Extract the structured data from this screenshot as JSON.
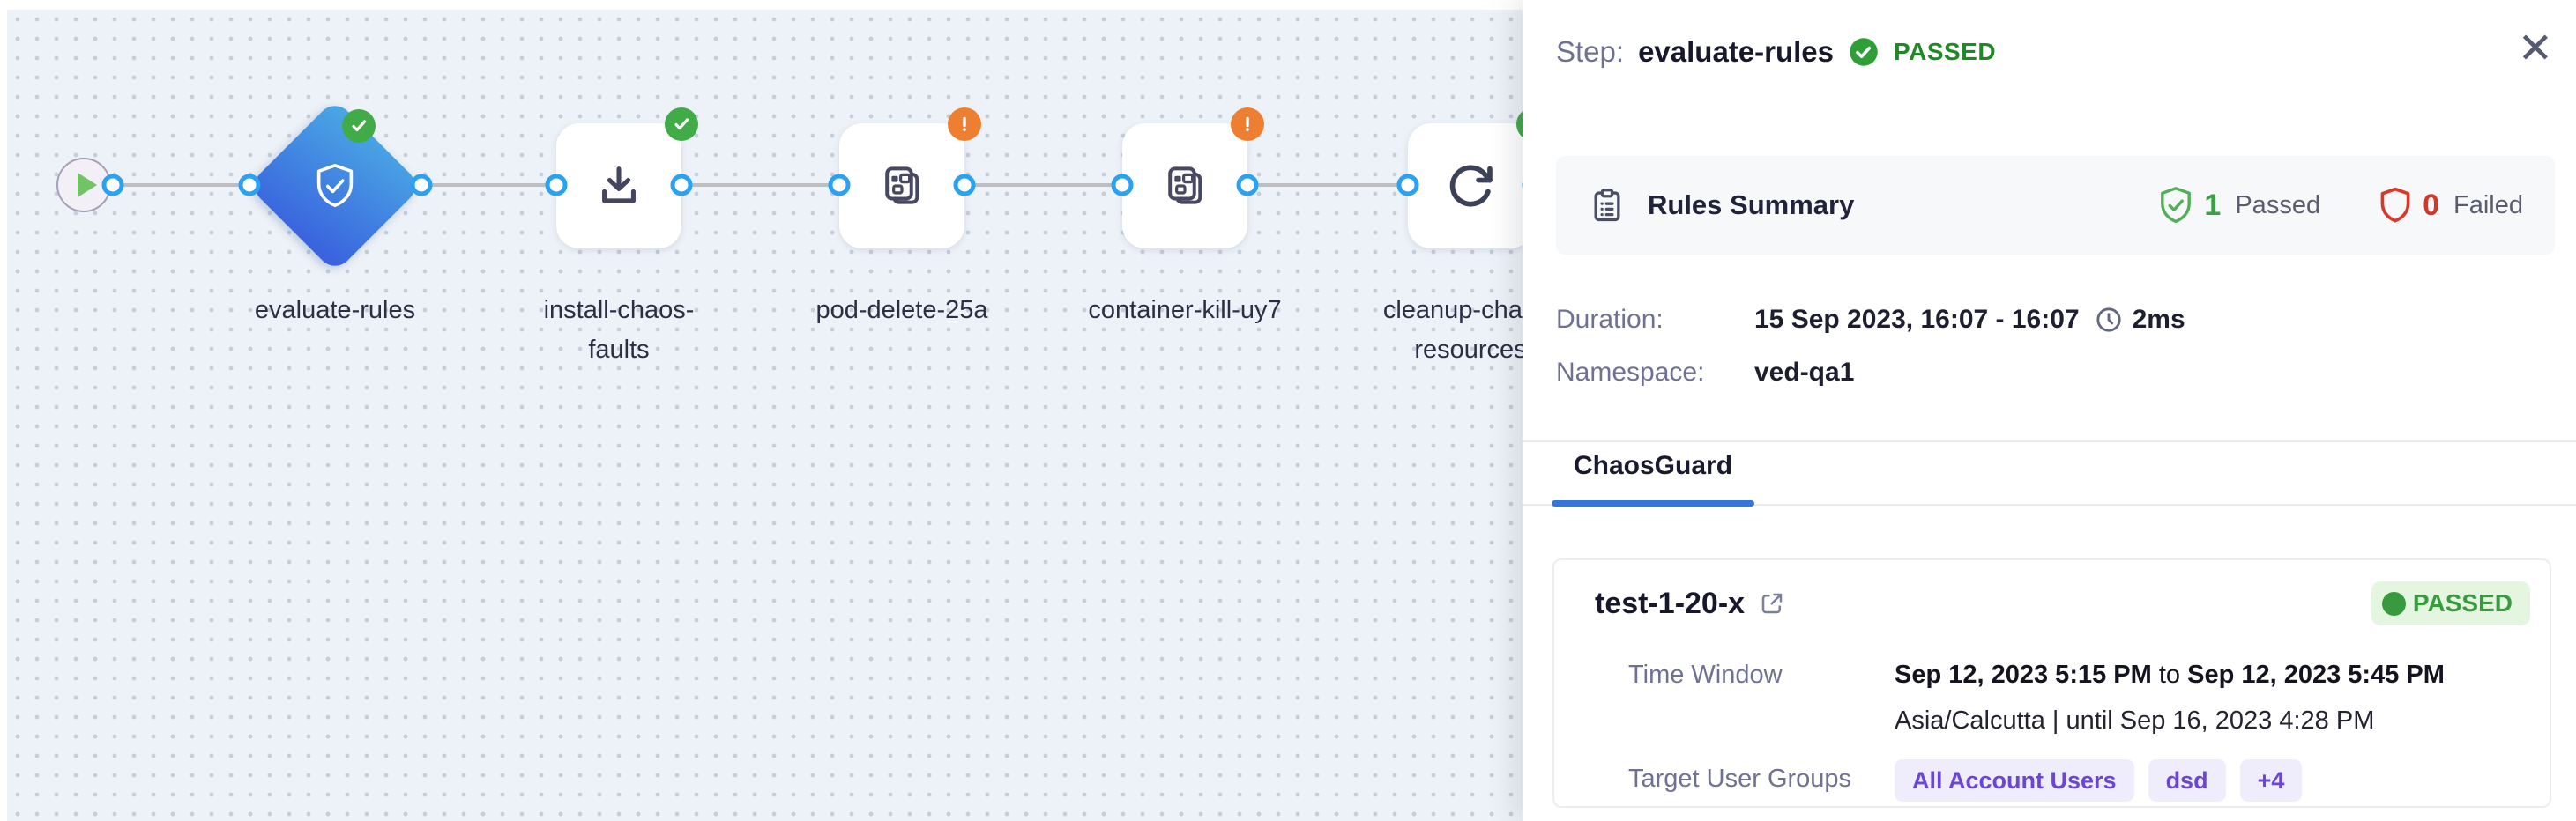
{
  "canvas": {
    "nodes": {
      "evaluate": {
        "label": "evaluate-rules"
      },
      "install": {
        "label1": "install-chaos-",
        "label2": "faults"
      },
      "pod": {
        "label1": "pod-delete-25a"
      },
      "container": {
        "label1": "container-kill-uy7"
      },
      "cleanup": {
        "label1": "cleanup-chaos-",
        "label2": "resources"
      }
    }
  },
  "panel": {
    "header": {
      "step_label": "Step:",
      "step_name": "evaluate-rules",
      "status": "PASSED",
      "close_glyph": "✕"
    },
    "rules_summary": {
      "title": "Rules Summary",
      "passed_count": "1",
      "passed_label": "Passed",
      "failed_count": "0",
      "failed_label": "Failed"
    },
    "details": {
      "duration_label": "Duration:",
      "duration_value": "15 Sep 2023, 16:07 - 16:07",
      "duration_ms": "2ms",
      "namespace_label": "Namespace:",
      "namespace_value": "ved-qa1"
    },
    "tab": {
      "label": "ChaosGuard"
    },
    "guard_card": {
      "name": "test-1-20-x",
      "status": "PASSED",
      "time_window_label": "Time Window",
      "time_window_start": "Sep 12, 2023 5:15 PM",
      "time_window_join": "to",
      "time_window_end": "Sep 12, 2023 5:45 PM",
      "timezone_line": "Asia/Calcutta | until Sep 16, 2023 4:28 PM",
      "target_label": "Target User Groups",
      "target_groups": {
        "g1": "All Account Users",
        "g2": "dsd",
        "g3": "+4"
      }
    }
  },
  "colors": {
    "accent_blue": "#2aa1f2",
    "diamond_blue": "#3a63de",
    "success_green": "#41ab47",
    "warning_orange": "#ee7e30",
    "error_red": "#d63c2e",
    "purple": "#6b46d6",
    "canvas_bg": "#edf2f8"
  }
}
